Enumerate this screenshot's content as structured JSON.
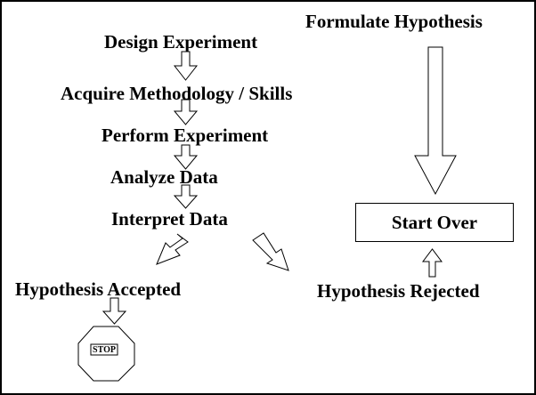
{
  "steps": {
    "formulate": "Formulate Hypothesis",
    "design": "Design Experiment",
    "acquire": "Acquire Methodology / Skills",
    "perform": "Perform Experiment",
    "analyze": "Analyze Data",
    "interpret": "Interpret Data",
    "accepted": "Hypothesis Accepted",
    "rejected": "Hypothesis Rejected",
    "start_over": "Start Over"
  },
  "stop_sign": {
    "label": "STOP"
  }
}
